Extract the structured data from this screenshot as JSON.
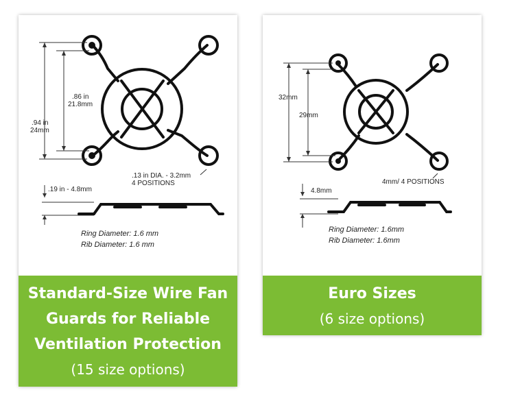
{
  "cards": [
    {
      "title": "Standard-Size Wire Fan Guards for Reliable Ventilation Protection",
      "subtitle": "(15 size options)",
      "diagram": {
        "dim_inner": ".86 in",
        "dim_inner_mm": "21.8mm",
        "dim_outer": ".94 in",
        "dim_outer_mm": "24mm",
        "hole_line1": ".13 in DIA. - 3.2mm",
        "hole_line2": "4 POSITIONS",
        "depth": ".19 in - 4.8mm",
        "ring": "Ring Diameter: 1.6 mm",
        "rib": "Rib Diameter: 1.6 mm"
      }
    },
    {
      "title": "Euro Sizes",
      "subtitle": "(6 size options)",
      "diagram": {
        "dim_outer": "32mm",
        "dim_inner": "29mm",
        "hole": "4mm/ 4 POSITIONS",
        "depth": "4.8mm",
        "ring": "Ring Diameter: 1.6mm",
        "rib": "Rib Diameter: 1.6mm"
      }
    }
  ],
  "colors": {
    "banner": "#7cbc34",
    "line": "#111111"
  }
}
